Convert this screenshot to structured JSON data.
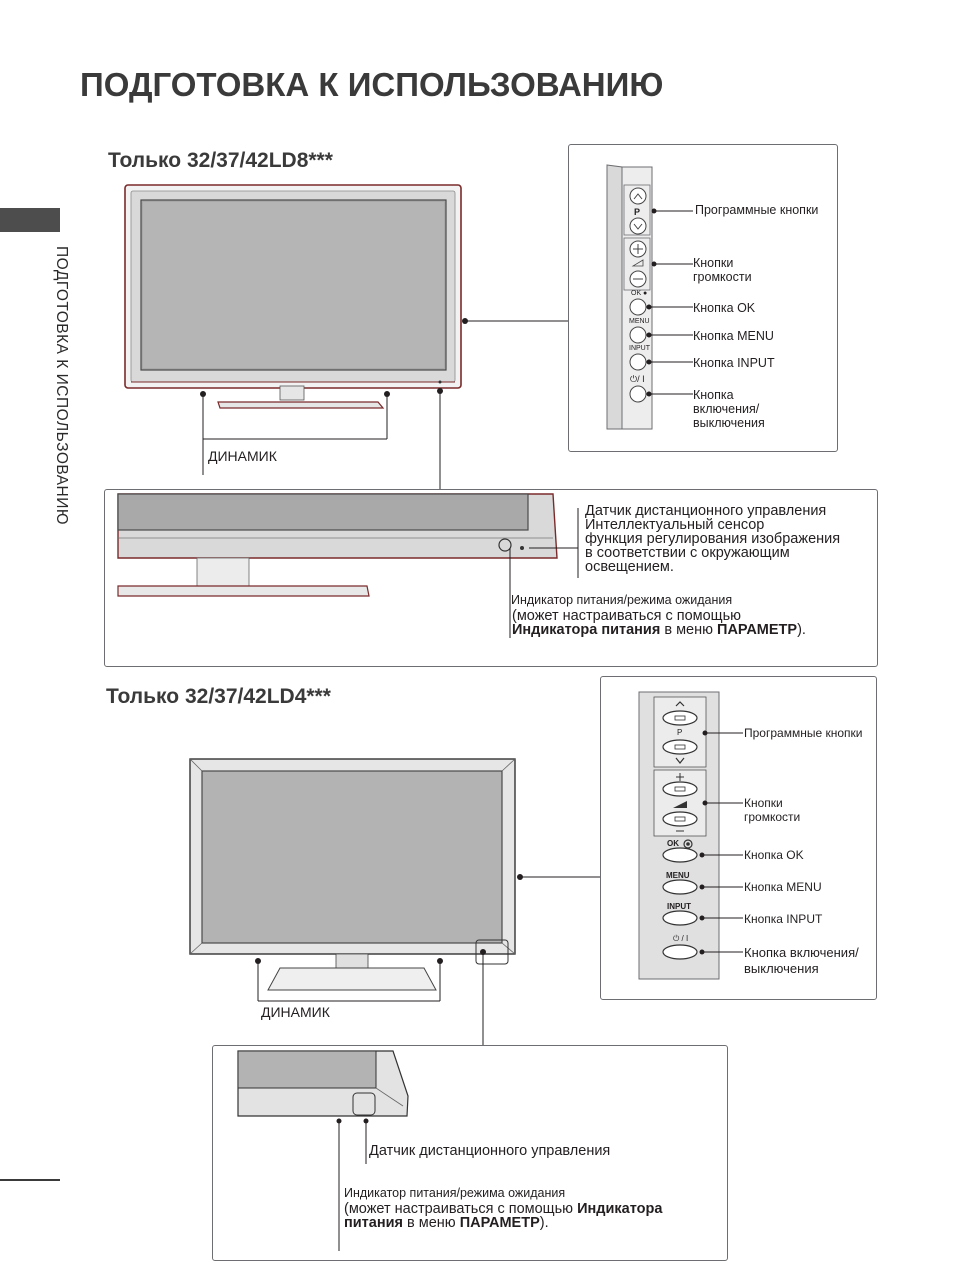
{
  "page": {
    "title": "ПОДГОТОВКА К ИСПОЛЬЗОВАНИЮ",
    "side_label": "ПОДГОТОВКА К ИСПОЛЬЗОВАНИЮ"
  },
  "section1": {
    "title": "Только 32/37/42LD8***",
    "speaker_label": "ДИНАМИК",
    "side_panel": {
      "prog_buttons": "Программные кнопки",
      "volume_buttons_1": "Кнопки",
      "volume_buttons_2": "громкости",
      "ok_button": "Кнопка OK",
      "menu_button": "Кнопка MENU",
      "input_button": "Кнопка INPUT",
      "power_button_1": "Кнопка",
      "power_button_2": "включения/",
      "power_button_3": "выключения",
      "key_p": "P",
      "key_ok": "OK ●",
      "key_menu": "MENU",
      "key_input": "INPUT",
      "key_power": "⏻/ I"
    },
    "detail": {
      "sensor_1": "Датчик дистанционного управления",
      "sensor_2": "Интеллектуальный сенсор",
      "sensor_3": "функция регулирования изображения",
      "sensor_4": "в соответствии с окружающим",
      "sensor_5": "освещением.",
      "indicator_1": "Индикатор питания/режима ожидания",
      "indicator_2": "(может настраиваться с помощью",
      "indicator_bold_1": "Индикатора питания",
      "indicator_mid": " в меню ",
      "indicator_bold_2": "ПАРАМЕТР",
      "indicator_end": ")."
    }
  },
  "section2": {
    "title": "Только 32/37/42LD4***",
    "speaker_label": "ДИНАМИК",
    "side_panel": {
      "prog_buttons": "Программные кнопки",
      "volume_buttons_1": "Кнопки",
      "volume_buttons_2": "громкости",
      "ok_button": "Кнопка OK",
      "menu_button": "Кнопка MENU",
      "input_button": "Кнопка INPUT",
      "power_button_1": "Кнопка включения/",
      "power_button_2": "выключения",
      "key_p": "P",
      "key_ok": "OK",
      "key_menu": "MENU",
      "key_input": "INPUT",
      "key_power": "⏻ / I"
    },
    "detail": {
      "sensor": "Датчик дистанционного управления",
      "indicator_1": "Индикатор питания/режима ожидания",
      "indicator_2": "(может настраиваться с помощью ",
      "indicator_bold_1": "Индикатора питания",
      "indicator_mid": " в меню ",
      "indicator_bold_2": "ПАРАМЕТР",
      "indicator_end": ")."
    }
  }
}
